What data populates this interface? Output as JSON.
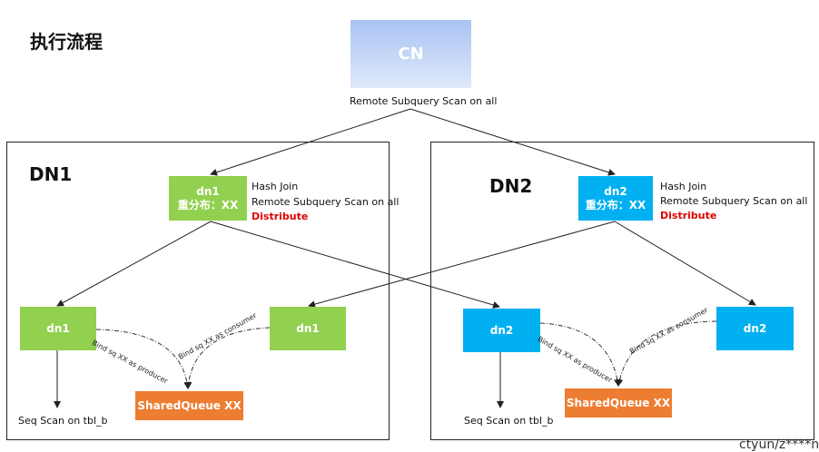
{
  "title": "执行流程",
  "cn": {
    "label": "CN",
    "op": "Remote Subquery Scan on all"
  },
  "dn1": {
    "title": "DN1",
    "top_node": {
      "line1": "dn1",
      "line2": "重分布：XX"
    },
    "ops": [
      "Hash Join",
      "Remote Subquery Scan on all"
    ],
    "distribute": "Distribute",
    "left_node": "dn1",
    "right_node": "dn1",
    "queue": "SharedQueue XX",
    "producer_label": "Bind sq XX as producer",
    "consumer_label": "Bind sq XX as consumer",
    "scan": "Seq Scan on tbl_b"
  },
  "dn2": {
    "title": "DN2",
    "top_node": {
      "line1": "dn2",
      "line2": "重分布：XX"
    },
    "ops": [
      "Hash Join",
      "Remote Subquery Scan on all"
    ],
    "distribute": "Distribute",
    "left_node": "dn2",
    "right_node": "dn2",
    "queue": "SharedQueue XX",
    "producer_label": "Bind sq XX as producer",
    "consumer_label": "Bind sq XX as consumer",
    "scan": "Seq Scan on tbl_b"
  },
  "watermark": "ctyun/z****n",
  "colors": {
    "green": "#92d050",
    "blue": "#00b0f0",
    "orange": "#ed7d31",
    "distribute": "#e00000",
    "cn_top": "#a9c3f2"
  }
}
